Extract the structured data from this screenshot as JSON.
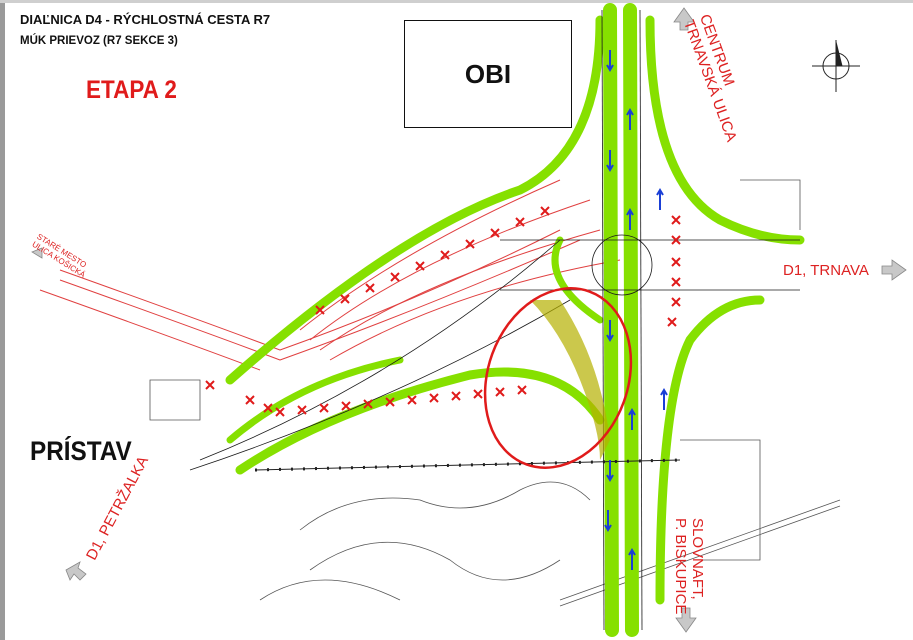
{
  "header": {
    "title": "DIAĽNICA D4 - RÝCHLOSTNÁ CESTA R7",
    "subtitle": "MÚK PRIEVOZ (R7 SEKCE 3)",
    "stage": "ETAPA 2"
  },
  "landmarks": {
    "obi": "OBI",
    "pristav": "PRÍSTAV"
  },
  "directions": {
    "centrum_line1": "CENTRUM",
    "centrum_line2": "TRNAVSKÁ ULICA",
    "trnava": "D1, TRNAVA",
    "stare_line1": "STARÉ MESTO",
    "stare_line2": "ULICA KOŠICKÁ",
    "petrzalka": "D1, PETRŽALKA",
    "slovnaft_line1": "SLOVNAFT,",
    "slovnaft_line2": "P. BISKUPICE"
  },
  "colors": {
    "road_green": "#86e000",
    "closure_red": "#e01b1b",
    "arrow_blue": "#1a3fd6",
    "highlight_olive": "#b5b000"
  }
}
